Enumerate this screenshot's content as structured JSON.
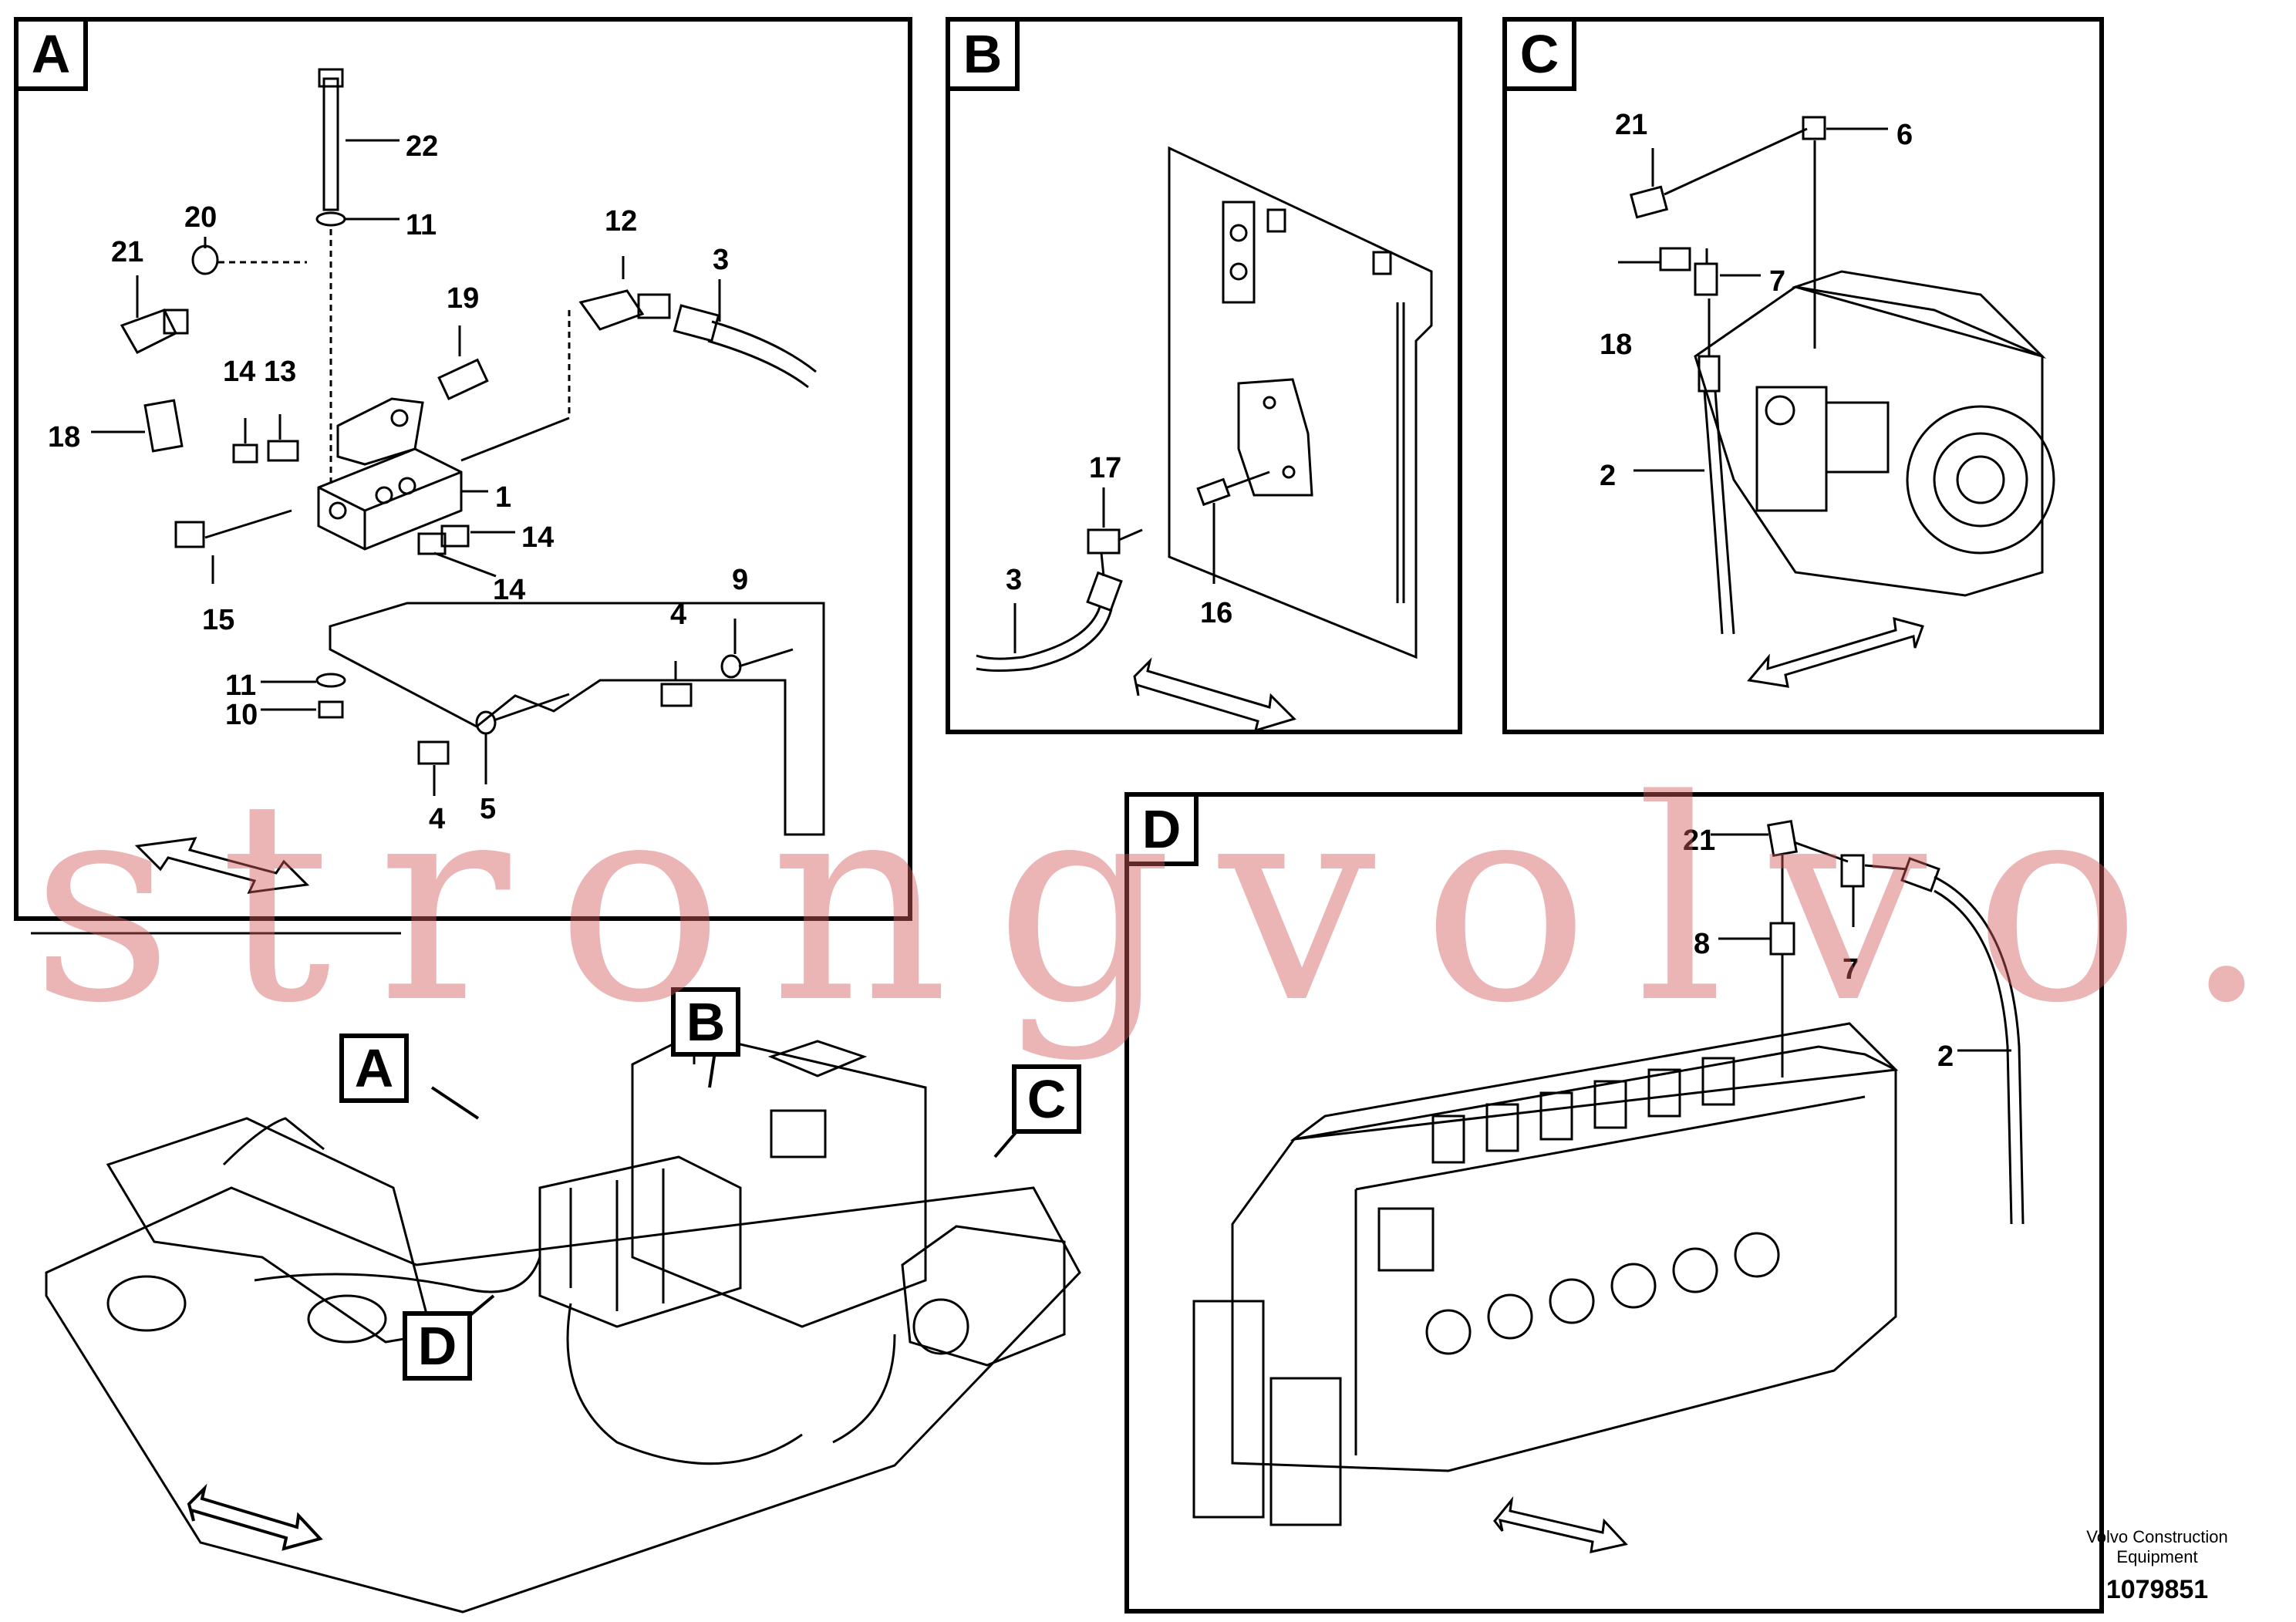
{
  "panels": {
    "a": {
      "label": "A",
      "parts": [
        "22",
        "11",
        "12",
        "3",
        "21",
        "20",
        "19",
        "14",
        "13",
        "18",
        "1",
        "14",
        "15",
        "14",
        "9",
        "4",
        "11",
        "10",
        "4",
        "5"
      ]
    },
    "b": {
      "label": "B",
      "parts": [
        "17",
        "3",
        "16"
      ]
    },
    "c": {
      "label": "C",
      "parts": [
        "21",
        "6",
        "7",
        "18",
        "2"
      ]
    },
    "d": {
      "label": "D",
      "parts": [
        "21",
        "7",
        "8",
        "2"
      ]
    }
  },
  "overview": {
    "callouts": [
      "A",
      "B",
      "C",
      "D"
    ]
  },
  "watermark": "strongvolvo.com",
  "footer": {
    "company": "Volvo Construction Equipment",
    "drawing_id": "1079851"
  }
}
